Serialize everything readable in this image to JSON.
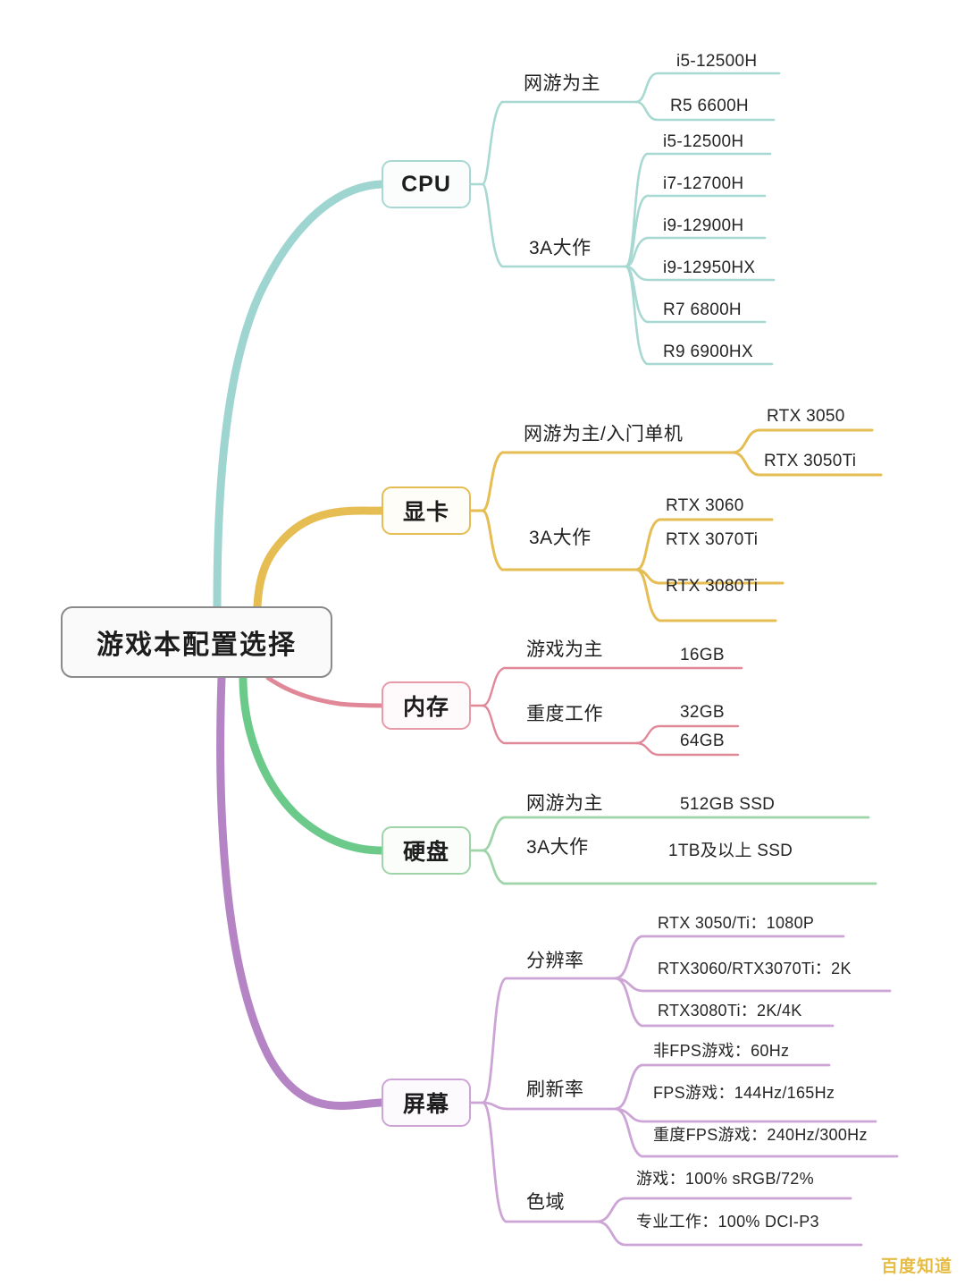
{
  "diagram": {
    "type": "mindmap",
    "title": "游戏本配置选择",
    "watermark": "百度知道",
    "root": {
      "label": "游戏本配置选择",
      "color": "#8a8a8a"
    },
    "branches": [
      {
        "label": "CPU",
        "color": "#a8d8d2",
        "children": [
          {
            "label": "网游为主",
            "leaves": [
              "i5-12500H",
              "R5 6600H"
            ]
          },
          {
            "label": "3A大作",
            "leaves": [
              "i5-12500H",
              "i7-12700H",
              "i9-12900H",
              "i9-12950HX",
              "R7 6800H",
              "R9 6900HX"
            ]
          }
        ]
      },
      {
        "label": "显卡",
        "color": "#e5bd52",
        "children": [
          {
            "label": "网游为主/入门单机",
            "leaves": [
              "RTX 3050",
              "RTX 3050Ti"
            ]
          },
          {
            "label": "3A大作",
            "leaves": [
              "RTX 3060",
              "RTX 3070Ti",
              "RTX 3080Ti"
            ]
          }
        ]
      },
      {
        "label": "内存",
        "color": "#e79aa8",
        "children": [
          {
            "label": "游戏为主",
            "leaves": [
              "16GB"
            ]
          },
          {
            "label": "重度工作",
            "leaves": [
              "32GB",
              "64GB"
            ]
          }
        ]
      },
      {
        "label": "硬盘",
        "color": "#9fd3a8",
        "children": [
          {
            "label": "网游为主",
            "leaves": [
              "512GB SSD"
            ]
          },
          {
            "label": "3A大作",
            "leaves": [
              "1TB及以上 SSD"
            ]
          }
        ]
      },
      {
        "label": "屏幕",
        "color": "#cda4d6",
        "children": [
          {
            "label": "分辨率",
            "leaves": [
              "RTX 3050/Ti：1080P",
              "RTX3060/RTX3070Ti：2K",
              "RTX3080Ti：2K/4K"
            ]
          },
          {
            "label": "刷新率",
            "leaves": [
              "非FPS游戏：60Hz",
              "FPS游戏：144Hz/165Hz",
              "重度FPS游戏：240Hz/300Hz"
            ]
          },
          {
            "label": "色域",
            "leaves": [
              "游戏：100% sRGB/72%",
              "专业工作：100% DCI-P3"
            ]
          }
        ]
      }
    ]
  },
  "labels": {
    "cpu_mid_0": "网游为主",
    "cpu_mid_1": "3A大作",
    "cpu_leaf_0": "i5-12500H",
    "cpu_leaf_1": "R5 6600H",
    "cpu_leaf_2": "i5-12500H",
    "cpu_leaf_3": "i7-12700H",
    "cpu_leaf_4": "i9-12900H",
    "cpu_leaf_5": "i9-12950HX",
    "cpu_leaf_6": "R7 6800H",
    "cpu_leaf_7": "R9 6900HX",
    "gpu_mid_0": "网游为主/入门单机",
    "gpu_mid_1": "3A大作",
    "gpu_leaf_0": "RTX 3050",
    "gpu_leaf_1": "RTX 3050Ti",
    "gpu_leaf_2": "RTX 3060",
    "gpu_leaf_3": "RTX 3070Ti",
    "gpu_leaf_4": "RTX 3080Ti",
    "mem_mid_0": "游戏为主",
    "mem_mid_1": "重度工作",
    "mem_leaf_0": "16GB",
    "mem_leaf_1": "32GB",
    "mem_leaf_2": "64GB",
    "ssd_mid_0": "网游为主",
    "ssd_mid_1": "3A大作",
    "ssd_leaf_0": "512GB SSD",
    "ssd_leaf_1": "1TB及以上 SSD",
    "scr_mid_0": "分辨率",
    "scr_mid_1": "刷新率",
    "scr_mid_2": "色域",
    "scr_leaf_0": "RTX 3050/Ti：1080P",
    "scr_leaf_1": "RTX3060/RTX3070Ti：2K",
    "scr_leaf_2": "RTX3080Ti：2K/4K",
    "scr_leaf_3": "非FPS游戏：60Hz",
    "scr_leaf_4": "FPS游戏：144Hz/165Hz",
    "scr_leaf_5": "重度FPS游戏：240Hz/300Hz",
    "scr_leaf_6": "游戏：100% sRGB/72%",
    "scr_leaf_7": "专业工作：100% DCI-P3"
  },
  "colors": {
    "cpu": "#a8d8d2",
    "gpu": "#e5bd52",
    "mem": "#e79aa8",
    "ssd": "#6bc98a",
    "screen": "#b584c4",
    "root_border": "#8a8a8a",
    "text": "#1f1f1f",
    "watermark": "#e5b93c",
    "background": "#ffffff"
  }
}
